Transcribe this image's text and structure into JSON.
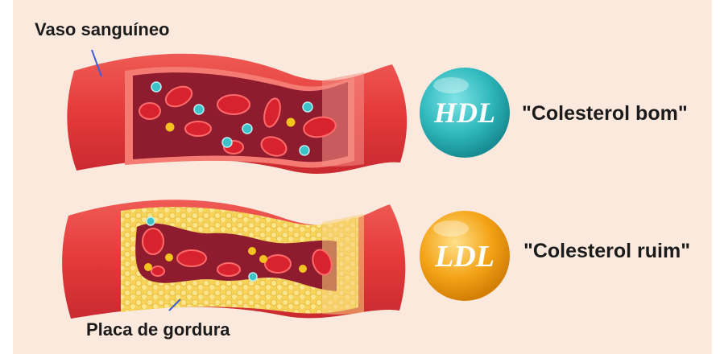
{
  "labels": {
    "vessel": "Vaso sanguíneo",
    "plaque": "Placa de gordura"
  },
  "hdl": {
    "abbr": "HDL",
    "description": "\"Colesterol bom\"",
    "color": "#2fb9bd"
  },
  "ldl": {
    "abbr": "LDL",
    "description": "\"Colesterol ruim\"",
    "color": "#f4a417"
  },
  "colors": {
    "background": "#fbe9de",
    "vessel_wall": "#e43a3a",
    "vessel_lumen": "#8e1b2e",
    "red_cell": "#d8232f",
    "hdl_particle": "#3cc2c9",
    "ldl_particle": "#f3c31f",
    "plaque": "#f6d765"
  }
}
